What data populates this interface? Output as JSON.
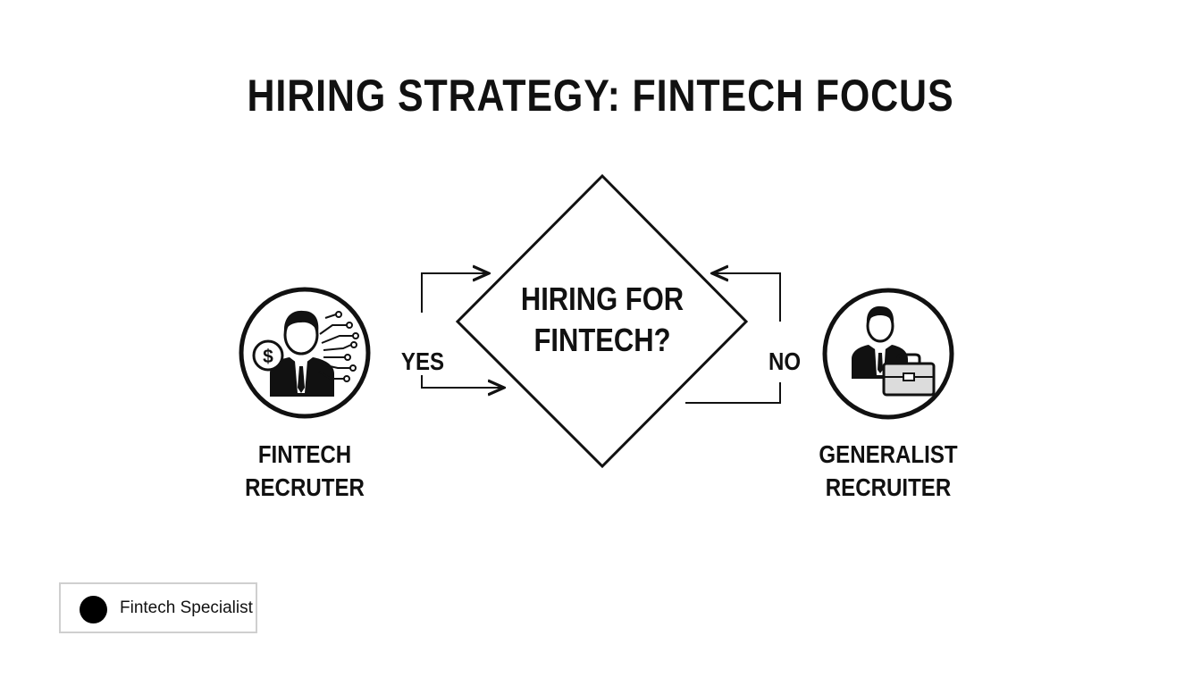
{
  "title": "HIRING STRATEGY: FINTECH FOCUS",
  "decision": {
    "line1": "HIRING FOR",
    "line2": "FINTECH?"
  },
  "edges": {
    "yes": "YES",
    "no": "NO"
  },
  "nodes": {
    "left": {
      "line1": "FINTECH",
      "line2": "RECRUTER",
      "icon": "fintech-recruiter-icon"
    },
    "right": {
      "line1": "GENERALIST",
      "line2": "RECRUITER",
      "icon": "generalist-recruiter-icon"
    }
  },
  "legend": {
    "label": "Fintech Specialist",
    "color": "#000000"
  }
}
